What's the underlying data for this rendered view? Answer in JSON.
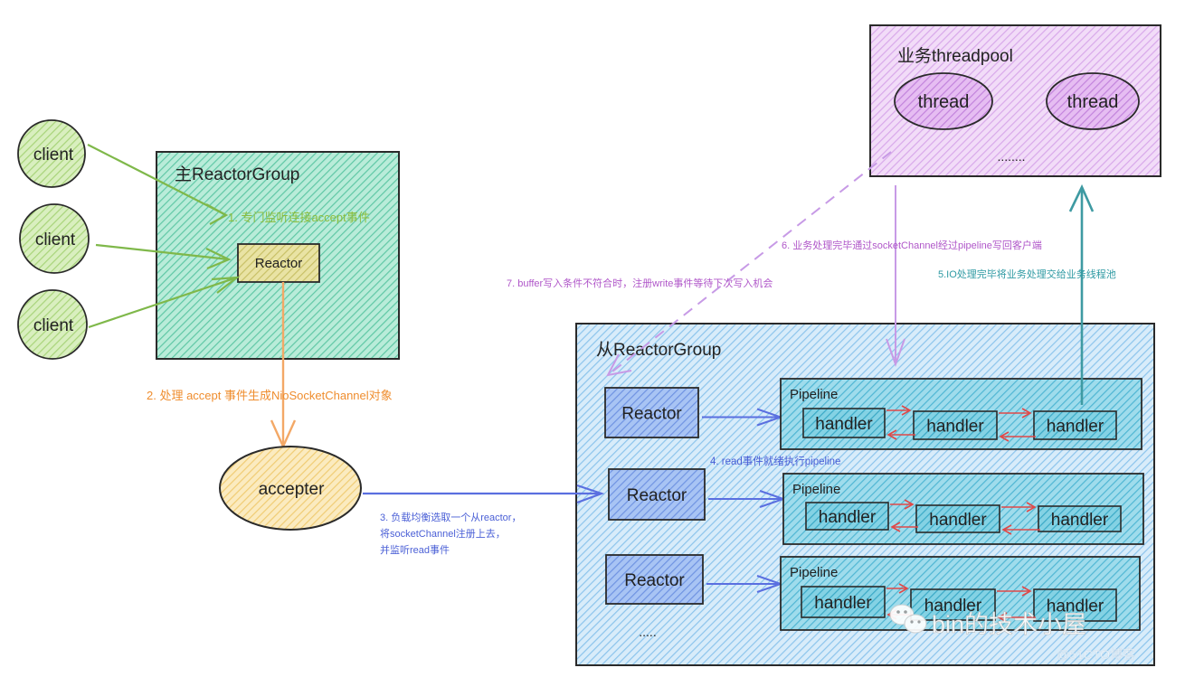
{
  "diagram": {
    "title": "Netty 主从 Reactor 多线程模型",
    "colors": {
      "client_fill": "#c9e6a0",
      "main_group_fill": "#8fdcc2",
      "main_reactor_fill": "#d9d48a",
      "accepter_fill": "#f7da8e",
      "slave_group_fill": "#a9d4f2",
      "slave_reactor_fill": "#8fb3ef",
      "pipeline_fill": "#6cc6df",
      "handler_fill": "#5bbfd6",
      "threadpool_fill": "#e2b6ee",
      "thread_fill": "#d08ee2",
      "green_arrow": "#7fb84a",
      "green_text": "#8bbd3d",
      "orange_arrow": "#f3a866",
      "orange_text": "#ef8d2e",
      "blue_arrow": "#5a6fe0",
      "blue_text": "#4a5fd6",
      "purple_arrow": "#c79ae6",
      "purple_text": "#b057c9",
      "teal_arrow": "#3e9aa2",
      "teal_text": "#2f9aa3",
      "red_arrow": "#e04848",
      "outline": "#2a2a2a"
    },
    "clients": [
      {
        "label": "client"
      },
      {
        "label": "client"
      },
      {
        "label": "client"
      }
    ],
    "main_group": {
      "title": "主ReactorGroup",
      "reactor_label": "Reactor"
    },
    "accepter": {
      "label": "accepter"
    },
    "threadpool": {
      "title": "业务threadpool",
      "threads": [
        {
          "label": "thread"
        },
        {
          "label": "thread"
        }
      ],
      "ellipsis": "........"
    },
    "slave_group": {
      "title": "从ReactorGroup",
      "rows": [
        {
          "reactor": "Reactor",
          "pipeline": "Pipeline",
          "handlers": [
            "handler",
            "handler",
            "handler"
          ]
        },
        {
          "reactor": "Reactor",
          "pipeline": "Pipeline",
          "handlers": [
            "handler",
            "handler",
            "handler"
          ]
        },
        {
          "reactor": "Reactor",
          "pipeline": "Pipeline",
          "handlers": [
            "handler",
            "handler",
            "handler"
          ]
        }
      ],
      "ellipsis": "....."
    },
    "steps": {
      "step1": "1. 专门监听连接accept事件",
      "step2": "2. 处理 accept 事件生成NioSocketChannel对象",
      "step3_line1": "3.  负载均衡选取一个从reactor，",
      "step3_line2": "将socketChannel注册上去，",
      "step3_line3": "并监听read事件",
      "step4": "4. read事件就绪执行pipeline",
      "step5": "5.IO处理完毕将业务处理交给业务线程池",
      "step6": "6. 业务处理完毕通过socketChannel经过pipeline写回客户端",
      "step7": "7. buffer写入条件不符合时，注册write事件等待下次写入机会"
    },
    "watermark": {
      "brand": "bin的技术小屋",
      "source": "@51CTO博客"
    }
  }
}
